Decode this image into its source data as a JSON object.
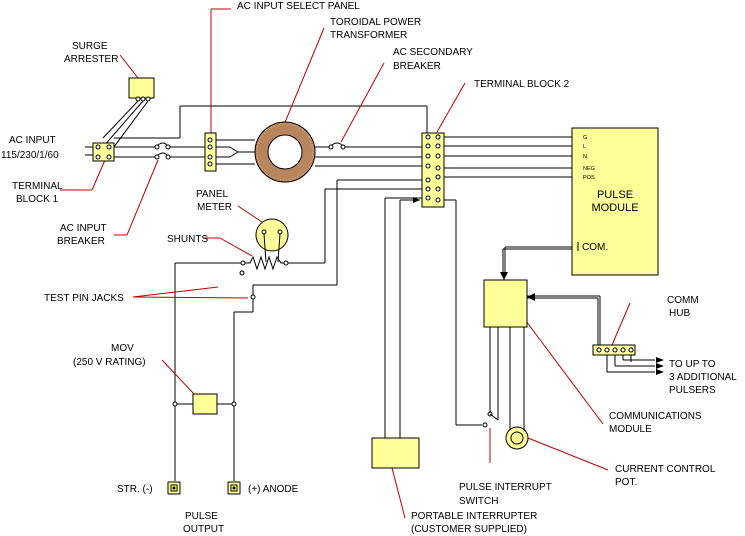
{
  "labels": {
    "ac_input_select_panel": "AC INPUT SELECT PANEL",
    "toroidal_1": "TOROIDAL POWER",
    "toroidal_2": "TRANSFORMER",
    "ac_secondary_1": "AC SECONDARY",
    "ac_secondary_2": "BREAKER",
    "terminal_block_2": "TERMINAL BLOCK 2",
    "surge_1": "SURGE",
    "surge_2": "ARRESTER",
    "ac_input": "AC INPUT",
    "ac_voltage": "115/230/1/60",
    "terminal_block_1a": "TERMINAL",
    "terminal_block_1b": "BLOCK 1",
    "ac_input_breaker_1": "AC INPUT",
    "ac_input_breaker_2": "BREAKER",
    "panel_meter_1": "PANEL",
    "panel_meter_2": "METER",
    "shunts": "SHUNTS",
    "test_pin_jacks": "TEST PIN JACKS",
    "mov_1": "MOV",
    "mov_2": "(250 V RATING)",
    "str": "STR. (-)",
    "anode": "(+) ANODE",
    "pulse_output_1": "PULSE",
    "pulse_output_2": "OUTPUT",
    "pulse_module_1": "PULSE",
    "pulse_module_2": "MODULE",
    "pm_g": "G",
    "pm_l": "L",
    "pm_n": "N",
    "pm_neg": "NEG",
    "pm_pos": "POS",
    "pm_com": "COM.",
    "comm_hub_1": "COMM",
    "comm_hub_2": "HUB",
    "to_up_to": "TO UP TO",
    "additional": "3 ADDITIONAL",
    "pulsers": "PULSERS",
    "comm_module_1": "COMMUNICATIONS",
    "comm_module_2": "MODULE",
    "current_control_1": "CURRENT CONTROL",
    "current_control_2": "POT.",
    "pulse_interrupt_1": "PULSE INTERRUPT",
    "pulse_interrupt_2": "SWITCH",
    "portable_1": "PORTABLE INTERRUPTER",
    "portable_2": "(CUSTOMER SUPPLIED)"
  },
  "colors": {
    "component_fill": "#ffff99",
    "leader_line": "#c00000",
    "toroid": "#b8865c",
    "wire": "#000000"
  }
}
